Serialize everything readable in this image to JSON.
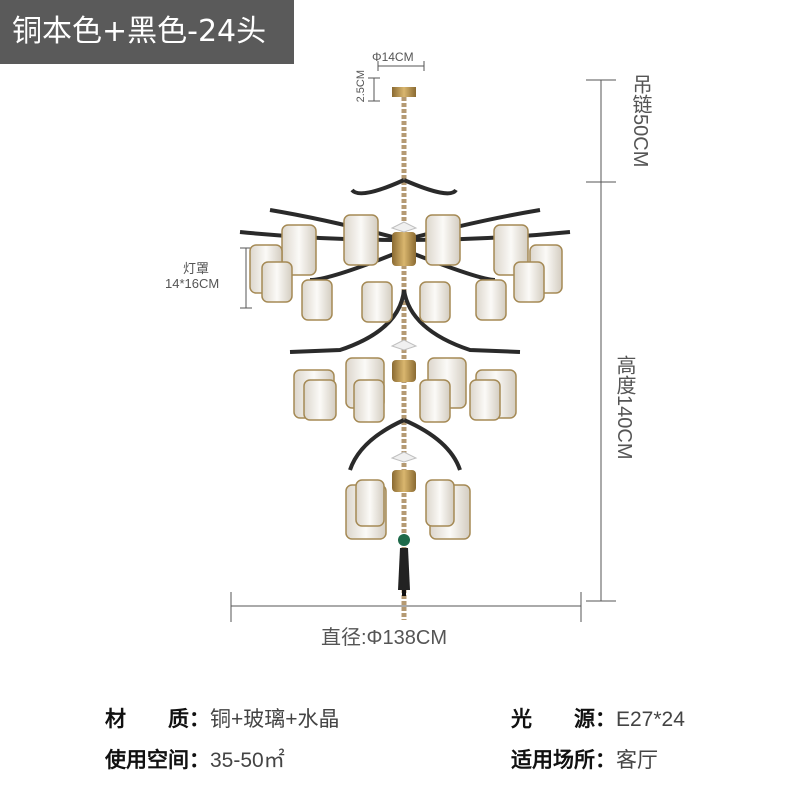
{
  "title": "铜本色+黑色-24头",
  "dimensions": {
    "canopy_diameter": "Φ14CM",
    "canopy_height": "2.5CM",
    "chain": "吊链50CM",
    "height": "高度140CM",
    "shade_label": "灯罩",
    "shade_size": "14*16CM",
    "diameter": "直径:Φ138CM"
  },
  "specs": {
    "material_key": "材　　质：",
    "material_val": "铜+玻璃+水晶",
    "light_key": "光　　源：",
    "light_val": "E27*24",
    "space_key": "使用空间：",
    "space_val": "35-50㎡",
    "place_key": "适用场所：",
    "place_val": "客厅"
  }
}
